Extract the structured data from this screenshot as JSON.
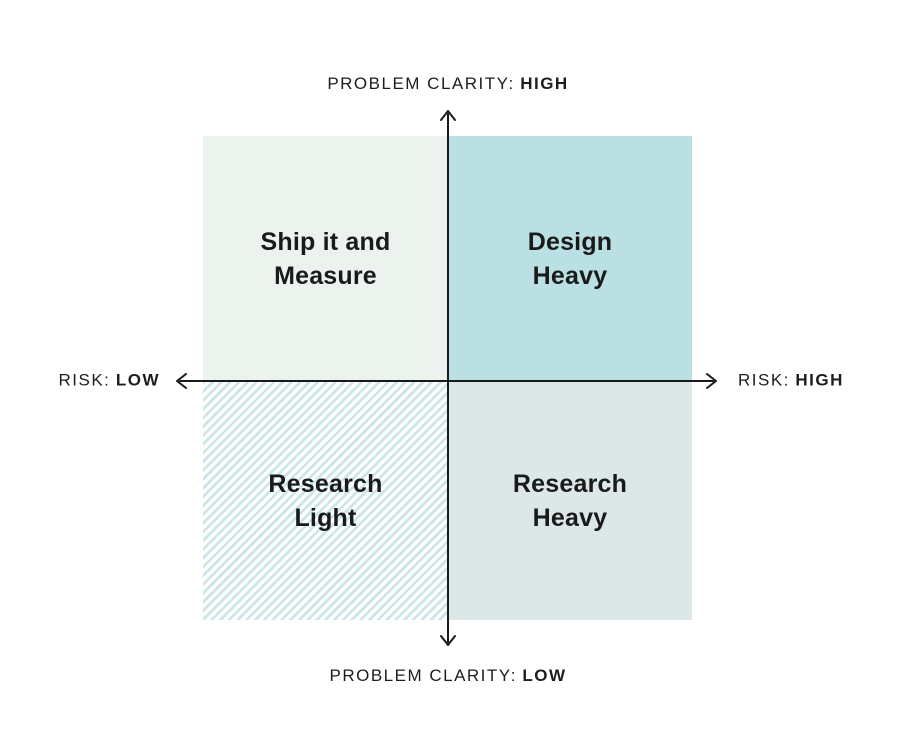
{
  "diagram": {
    "name": "problem-clarity-vs-risk-quadrant",
    "text_color": "#1d1d1d",
    "axis_color": "#1a1a1a",
    "background": "#ffffff"
  },
  "axes": {
    "top": {
      "prefix": "PROBLEM CLARITY:",
      "value": "HIGH"
    },
    "bottom": {
      "prefix": "PROBLEM CLARITY:",
      "value": "LOW"
    },
    "left": {
      "prefix": "RISK:",
      "value": "LOW"
    },
    "right": {
      "prefix": "RISK:",
      "value": "HIGH"
    }
  },
  "quadrants": {
    "top_left": {
      "label": "Ship it and Measure",
      "line1": "Ship it and",
      "line2": "Measure",
      "fill": "#ecf2ee",
      "pattern": "solid"
    },
    "top_right": {
      "label": "Design Heavy",
      "line1": "Design",
      "line2": "Heavy",
      "fill": "#bae0e4",
      "pattern": "solid"
    },
    "bottom_left": {
      "label": "Research Light",
      "line1": "Research",
      "line2": "Light",
      "fill": "#ffffff",
      "pattern": "diagonal-stripes",
      "stripe_color": "#c9e6e9"
    },
    "bottom_right": {
      "label": "Research Heavy",
      "line1": "Research",
      "line2": "Heavy",
      "fill": "#dce8e8",
      "pattern": "solid"
    }
  }
}
